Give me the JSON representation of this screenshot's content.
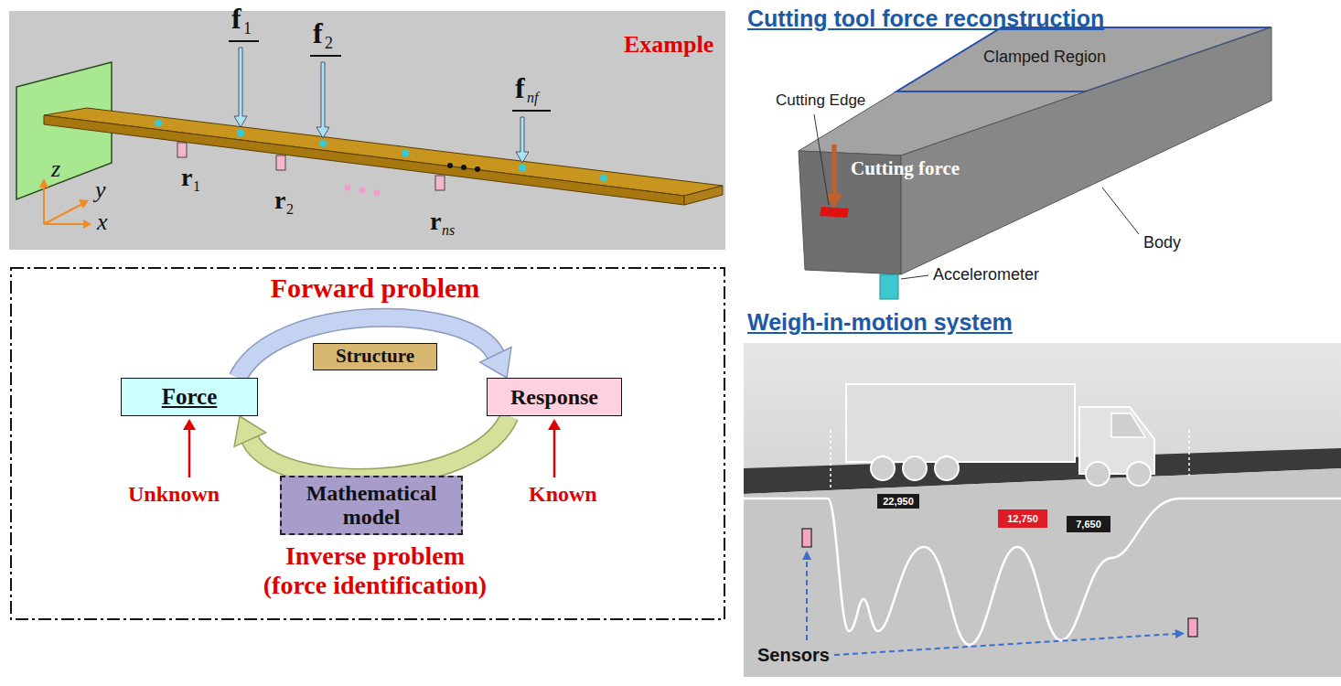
{
  "diagram": {
    "nodes": [
      {
        "text": [
          "Force"
        ]
      },
      {
        "text": [
          "Structure"
        ]
      },
      {
        "text": [
          "Response"
        ]
      },
      {
        "text": [
          "Mathematical model"
        ]
      },
      {
        "text": [
          "22,950"
        ]
      },
      {
        "text": [
          "12,750"
        ]
      },
      {
        "text": [
          "7,650"
        ]
      }
    ],
    "edges": [
      {
        "from": 0,
        "to": 2,
        "arrow": "to",
        "label": "Forward problem"
      },
      {
        "from": 2,
        "to": 0,
        "arrow": "to",
        "label": "Inverse problem (force identification)"
      }
    ],
    "labels": [
      "Example",
      "f",
      "1",
      "f",
      "2",
      "f",
      "nf",
      "r",
      "1",
      "r",
      "2",
      "r",
      "ns",
      "z",
      "y",
      "x",
      "Unknown",
      "Known",
      "Cutting tool force reconstruction",
      "Clamped Region",
      "Cutting Edge",
      "Cutting force",
      "Body",
      "Accelerometer",
      "Weigh-in-motion system",
      "Sensors"
    ]
  }
}
